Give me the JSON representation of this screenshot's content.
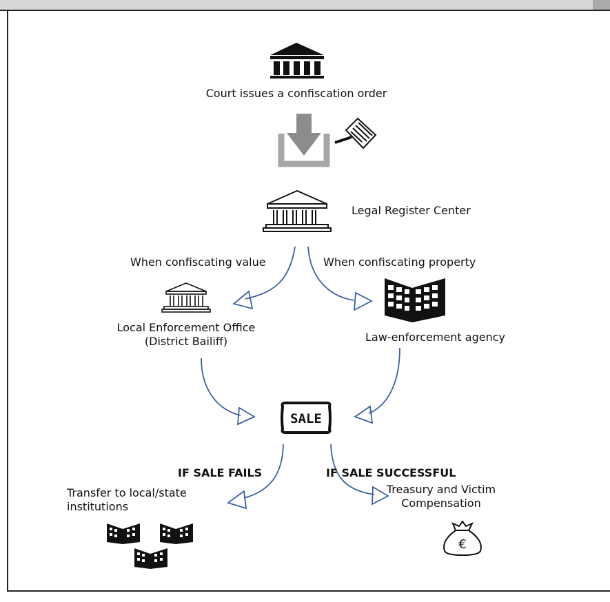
{
  "labels": {
    "court": "Court issues a confiscation order",
    "register": "Legal Register Center",
    "value_branch": "When confiscating value",
    "property_branch": "When confiscating property",
    "local_office_line1": "Local Enforcement Office",
    "local_office_line2": "(District Bailiff)",
    "law_agency": "Law-enforcement agency",
    "sale_sign": "SALE",
    "fail_heading": "IF SALE FAILS",
    "success_heading": "IF SALE SUCCESSFUL",
    "transfer_line1": "Transfer to local/state",
    "transfer_line2": "institutions",
    "treasury_line1": "Treasury and Victim",
    "treasury_line2": "Compensation",
    "money_symbol": "€"
  },
  "colors": {
    "arrow": "#3b5fa0",
    "icon": "#111111",
    "download_arrow": "#8c8c8c",
    "tray": "#a6a6a6"
  }
}
